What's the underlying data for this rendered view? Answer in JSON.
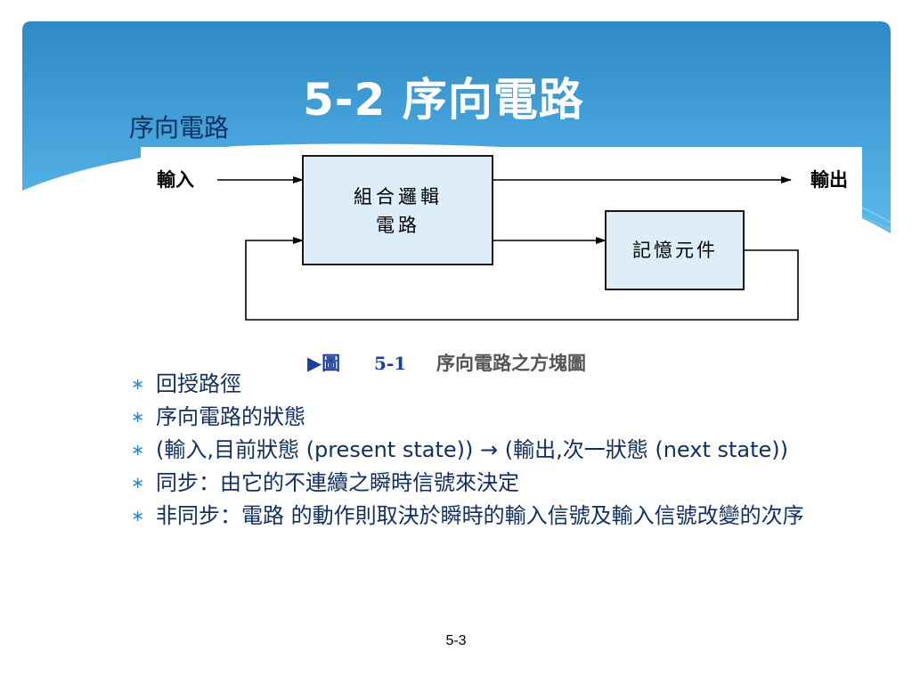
{
  "slide": {
    "title": "5-2 序向電路",
    "subtitle": "序向電路",
    "page_number": "5-3"
  },
  "colors": {
    "banner_top": "#2f89c5",
    "banner_bottom": "#5bb9ec",
    "block_fill": "#ddeef9",
    "caption_blue": "#1c3f9a",
    "text": "#10305f"
  },
  "diagram": {
    "input_label": "輸入",
    "output_label": "輸出",
    "combinational_line1": "組合邏輯",
    "combinational_line2": "電路",
    "memory_label": "記憶元件",
    "caption_marker": "▶圖",
    "caption_number": "5-1",
    "caption_text": "序向電路之方塊圖"
  },
  "bullets": [
    "回授路徑",
    "序向電路的狀態",
    "(輸入,目前狀態 (present state)) → (輸出,次一狀態 (next state))",
    "同步：由它的不連續之瞬時信號來決定",
    "非同步：電路 的動作則取決於瞬時的輸入信號及輸入信號改變的次序"
  ],
  "bullet_symbol": "∗"
}
